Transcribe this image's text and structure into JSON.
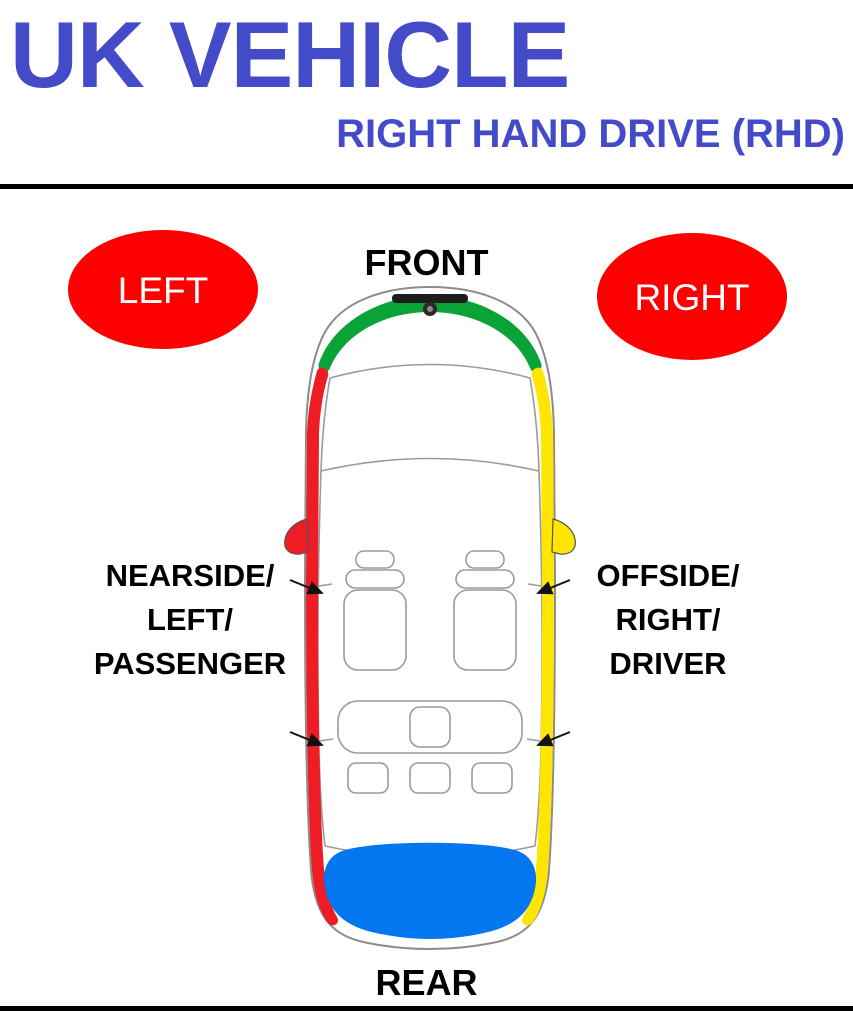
{
  "header": {
    "title": "UK VEHICLE",
    "subtitle": "RIGHT HAND DRIVE (RHD)",
    "title_color": "#434bc9"
  },
  "diagram": {
    "front_label": "FRONT",
    "rear_label": "REAR",
    "left_badge": "LEFT",
    "right_badge": "RIGHT",
    "nearside_label": "NEARSIDE/\nLEFT/\nPASSENGER",
    "offside_label": "OFFSIDE/\nRIGHT/\nDRIVER",
    "badge_color": "#fe0000",
    "zones": {
      "front": {
        "position": "front",
        "color": "#0aa337"
      },
      "nearside": {
        "position": "left-nearside-passenger",
        "color": "#ee1c24"
      },
      "offside": {
        "position": "right-offside-driver",
        "color": "#ffe500"
      },
      "rear": {
        "position": "rear",
        "color": "#0277ef"
      }
    }
  }
}
